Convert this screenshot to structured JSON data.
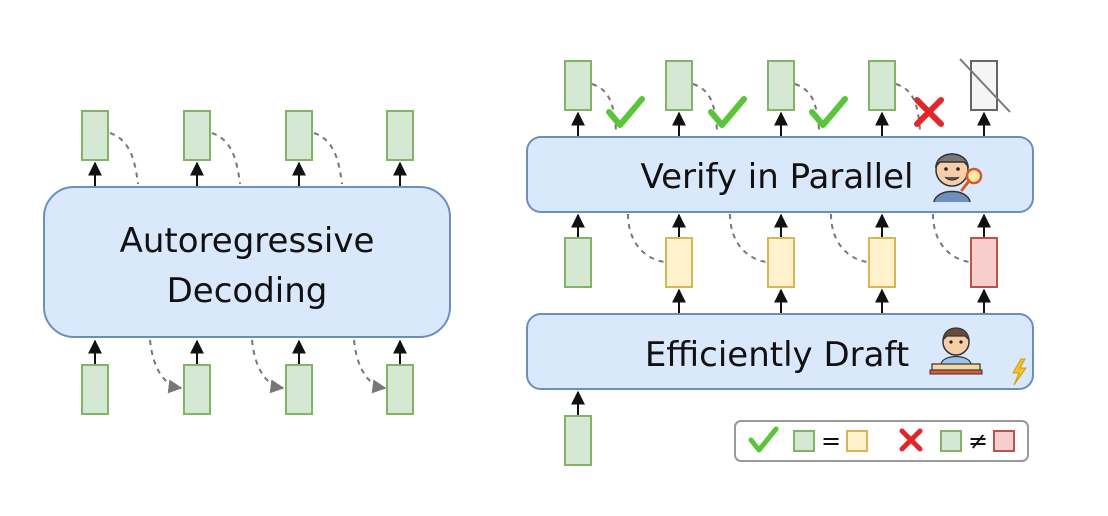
{
  "left": {
    "box_label_line1": "Autoregressive",
    "box_label_line2": "Decoding"
  },
  "right": {
    "verify_label": "Verify in Parallel",
    "draft_label": "Efficiently Draft"
  },
  "icons": {
    "verifier": "detective-person-icon",
    "drafter": "person-writing-icon",
    "lightning": "lightning-bolt-icon",
    "check": "check-mark-icon",
    "cross": "cross-mark-icon"
  },
  "legend": {
    "equal_sign": "=",
    "not_equal_sign": "≠"
  },
  "colors": {
    "box_fill": "#dae8fc",
    "box_stroke": "#6c8ebf",
    "token_green_fill": "#d5e8d4",
    "token_green_stroke": "#82b366",
    "token_yellow_fill": "#fff2cc",
    "token_yellow_stroke": "#d6b656",
    "token_red_fill": "#f8cecc",
    "token_red_stroke": "#b85450",
    "check": "#5ac53a",
    "cross": "#e0272a"
  }
}
